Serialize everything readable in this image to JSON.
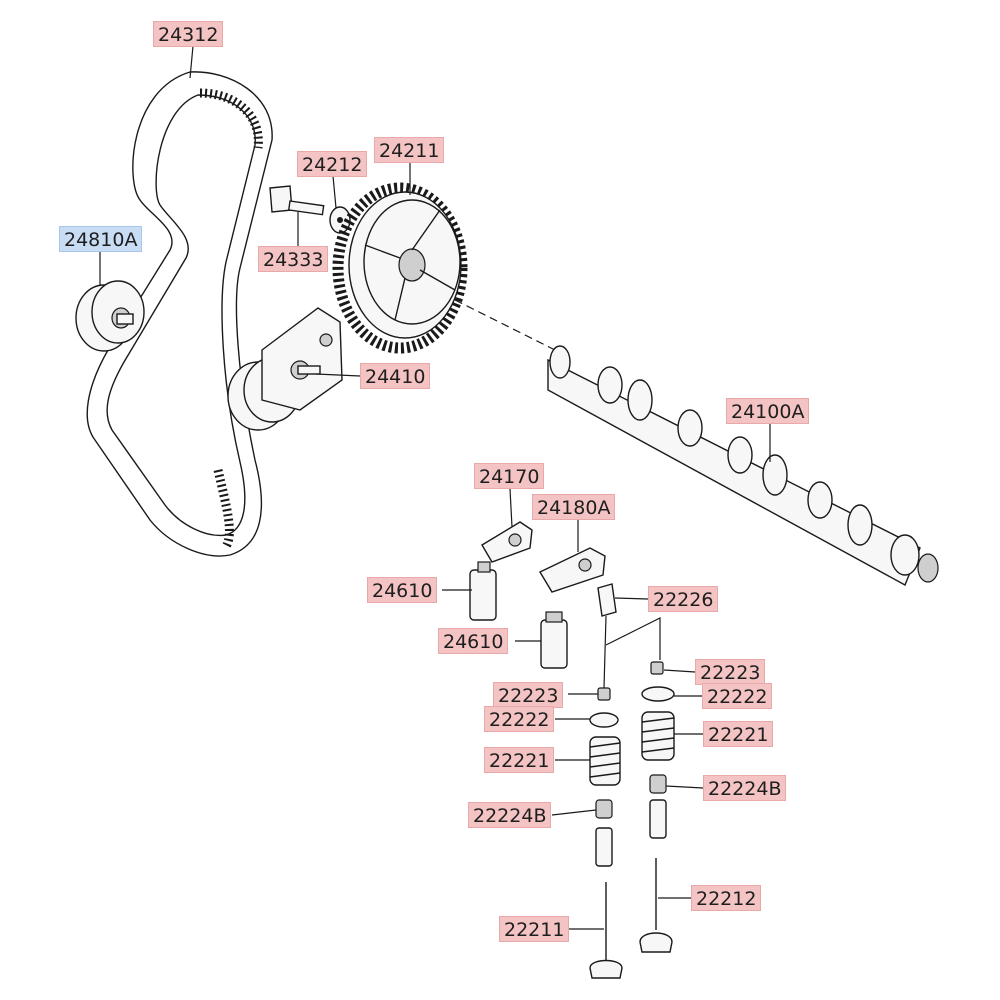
{
  "diagram": {
    "labels": {
      "belt": "24312",
      "idler": "24810A",
      "sprocket": "24211",
      "washer": "24212",
      "bolt": "24333",
      "tensioner": "24410",
      "camshaft": "24100A",
      "rocker_1": "24170",
      "rocker_2": "24180A",
      "lifter_1": "24610",
      "lifter_2": "24610",
      "valve_seal": "22226",
      "collet_r": "22223",
      "collet_l": "22223",
      "retainer_r": "22222",
      "retainer_l": "22222",
      "spring_r": "22221",
      "spring_l": "22221",
      "guide_r": "22224B",
      "guide_l": "22224B",
      "intake_valve": "22211",
      "exhaust_valve": "22212"
    },
    "colors": {
      "label_fill": "#f4c4c4",
      "label_fill_highlight": "#c8ddf4",
      "line": "#1a1a1a"
    }
  }
}
